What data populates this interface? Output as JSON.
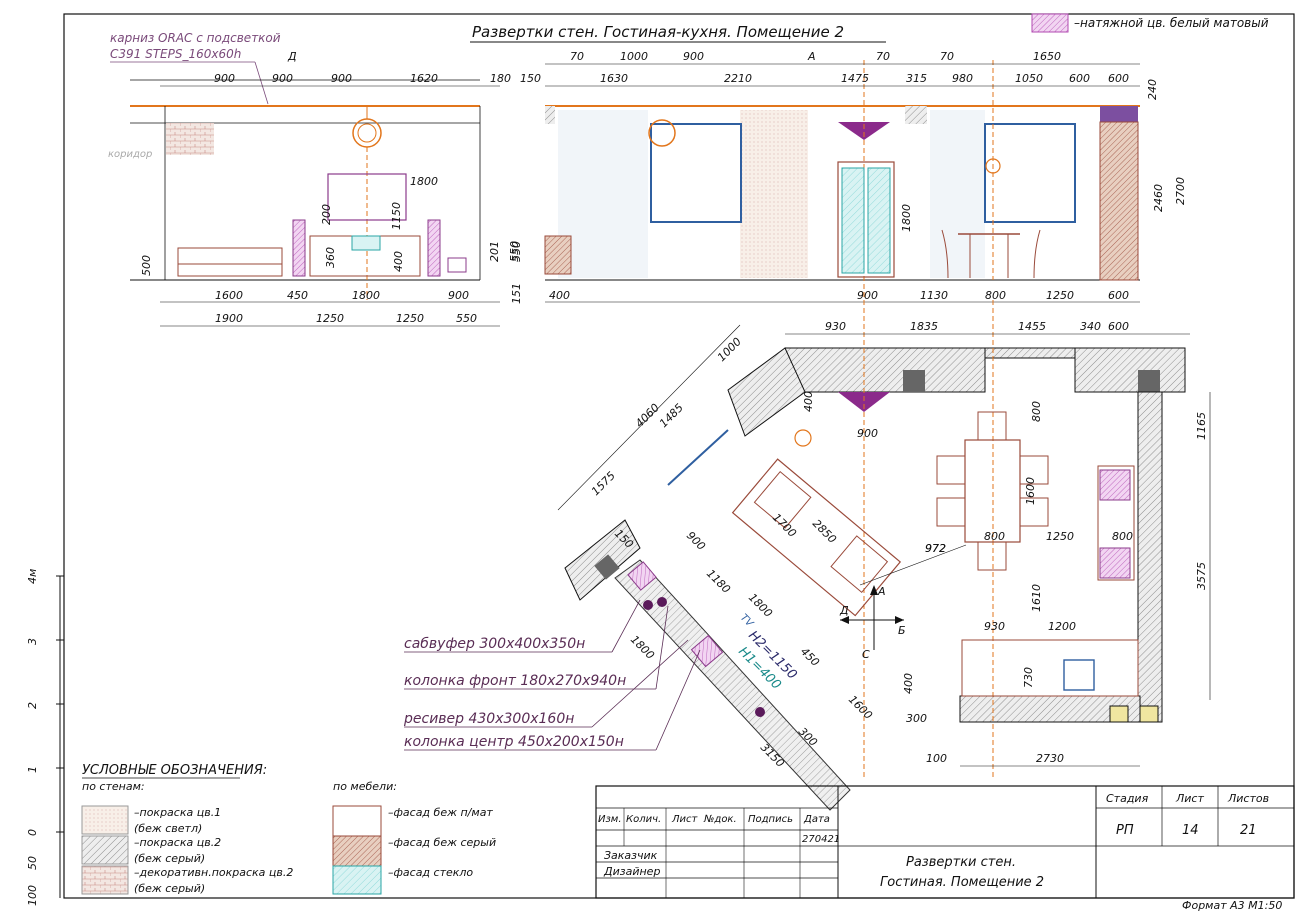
{
  "title": "Развертки стен. Гостиная-кухня. Помещение 2",
  "ceiling_legend": "–натяжной цв. белый матовый",
  "cornice_note": [
    "карниз ORAC с подсветкой",
    "C391 STEPS_160x60h"
  ],
  "corridor_label": "коридор",
  "view_letters": {
    "D_top": "Д",
    "A_top": "А",
    "A_plan": "А",
    "B_plan": "Б",
    "C_plan": "С",
    "D_plan": "Д"
  },
  "elevation1": {
    "top_dims": [
      "900",
      "900",
      "900",
      "1620",
      "180"
    ],
    "inner_dims": [
      "1800",
      "1150",
      "200",
      "360",
      "400",
      "201",
      "550"
    ],
    "side_dims": [
      "500"
    ],
    "bottom1": [
      "1600",
      "450",
      "1800",
      "900"
    ],
    "bottom2": [
      "1900",
      "1250",
      "1250",
      "550"
    ]
  },
  "elevation2": {
    "top_row1": [
      "70",
      "1000",
      "900",
      "70",
      "70",
      "1650"
    ],
    "top_row2": [
      "150",
      "1630",
      "2210",
      "1475",
      "315",
      "980",
      "1050",
      "600",
      "600"
    ],
    "side_dims": [
      "240",
      "2460",
      "2700",
      "1800",
      "550",
      "151"
    ],
    "bottom": [
      "400",
      "900",
      "1130",
      "800",
      "1250",
      "600"
    ]
  },
  "plan": {
    "top_dims": [
      "930",
      "1835",
      "1455",
      "340",
      "600"
    ],
    "right_dims": [
      "1165",
      "3575"
    ],
    "diag_dims": [
      "4060",
      "1485",
      "1000",
      "1575",
      "1800",
      "3150",
      "1600",
      "450",
      "300"
    ],
    "inner_dims": [
      "400",
      "900",
      "800",
      "1600",
      "972",
      "1250",
      "800",
      "1700",
      "2850",
      "900",
      "1180",
      "1800",
      "150",
      "1610",
      "1200",
      "930",
      "730",
      "400",
      "300",
      "100",
      "2730",
      "800"
    ],
    "speaker_h": [
      "H2=1150",
      "H1=400"
    ],
    "tv_label": "TV"
  },
  "equipment": [
    "сабвуфер 300x400x350н",
    "колонка фронт 180x270x940н",
    "ресивер 430x300x160н",
    "колонка центр 450x200x150н"
  ],
  "scale": {
    "unit": "4м",
    "ticks": [
      "3",
      "2",
      "1",
      "0",
      "50",
      "100"
    ]
  },
  "legend": {
    "title": "УСЛОВНЫЕ ОБОЗНАЧЕНИЯ:",
    "walls_header": "по стенам:",
    "walls": [
      [
        "–покраска цв.1",
        "(беж светл)"
      ],
      [
        "–покраска цв.2",
        "(беж серый)"
      ],
      [
        "–декоративн.покраска цв.2",
        "(беж серый)"
      ]
    ],
    "furniture_header": "по мебели:",
    "furniture": [
      "–фасад беж п/мат",
      "–фасад беж серый",
      "–фасад стекло"
    ]
  },
  "stamp": {
    "headers": [
      "Изм.",
      "Колич.",
      "Лист",
      "№док.",
      "Подпись",
      "Дата"
    ],
    "date": "270421",
    "customer": "Заказчик",
    "designer": "Дизайнер",
    "sheet_title": [
      "Развертки стен.",
      "Гостиная. Помещение 2"
    ],
    "stage_label": "Стадия",
    "sheet_label": "Лист",
    "sheets_label": "Листов",
    "stage": "РП",
    "sheet": "14",
    "sheets": "21"
  },
  "format": "Формат А3 М1:50",
  "colors": {
    "ink": "#111111",
    "orange": "#e2761c",
    "purple": "#8b3b8b",
    "brown": "#9a4a3a",
    "blue": "#2f5fa0",
    "cyan": "#2aa6a6"
  }
}
